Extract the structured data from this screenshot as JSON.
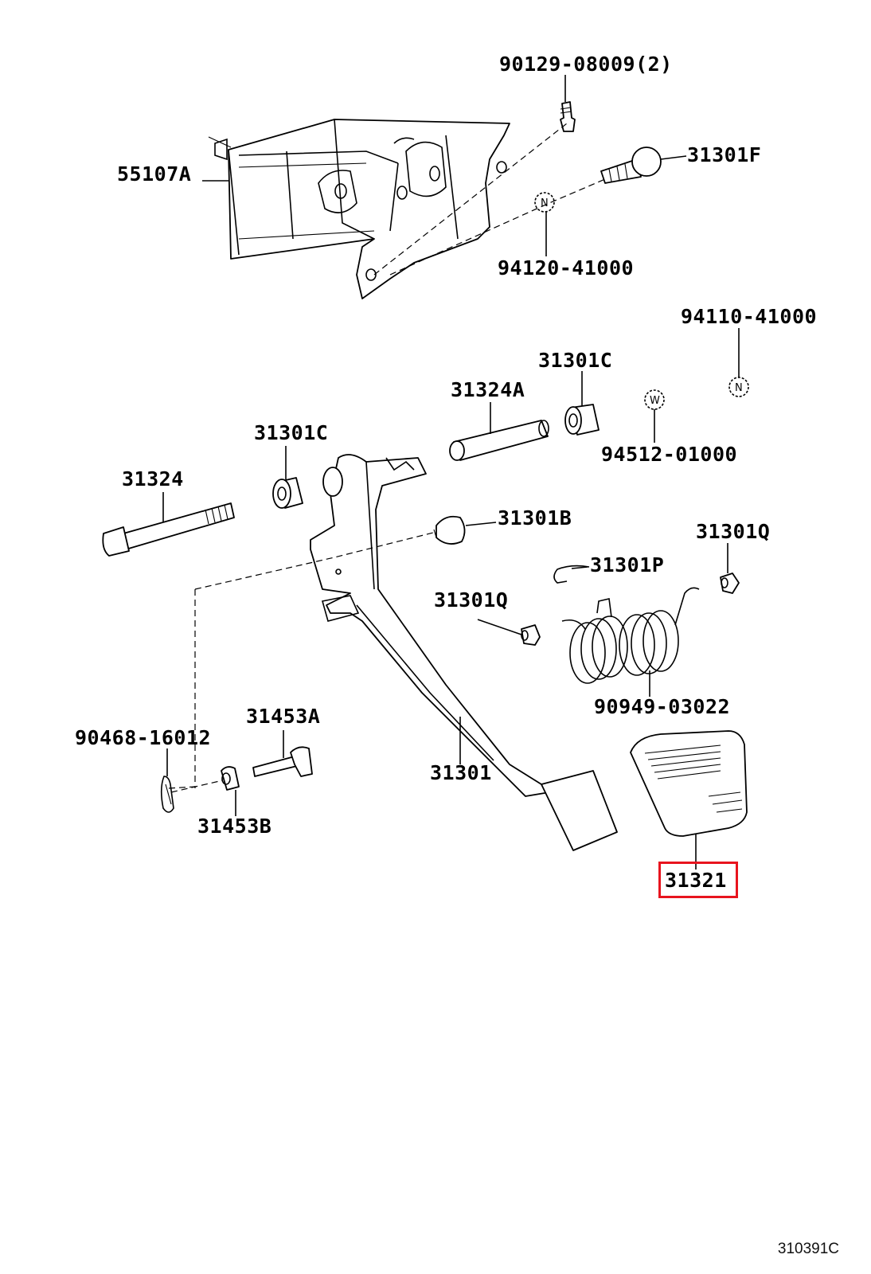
{
  "labels": {
    "p55107a": "55107A",
    "p90129": "90129-08009(2)",
    "p31301f": "31301F",
    "p94120": "94120-41000",
    "p94110": "94110-41000",
    "p31301c_top": "31301C",
    "p31324a": "31324A",
    "p94512": "94512-01000",
    "p31301c_left": "31301C",
    "p31324": "31324",
    "p31301b": "31301B",
    "p31301q_right": "31301Q",
    "p31301p": "31301P",
    "p31301q_mid": "31301Q",
    "p90949": "90949-03022",
    "p31453a": "31453A",
    "p90468": "90468-16012",
    "p31301": "31301",
    "p31453b": "31453B",
    "p31321": "31321"
  },
  "badges": {
    "n1": "N",
    "n2": "N",
    "w1": "W"
  },
  "highlight": {
    "part": "31321",
    "color": "#e8141e"
  },
  "diagram_id": "310391C"
}
